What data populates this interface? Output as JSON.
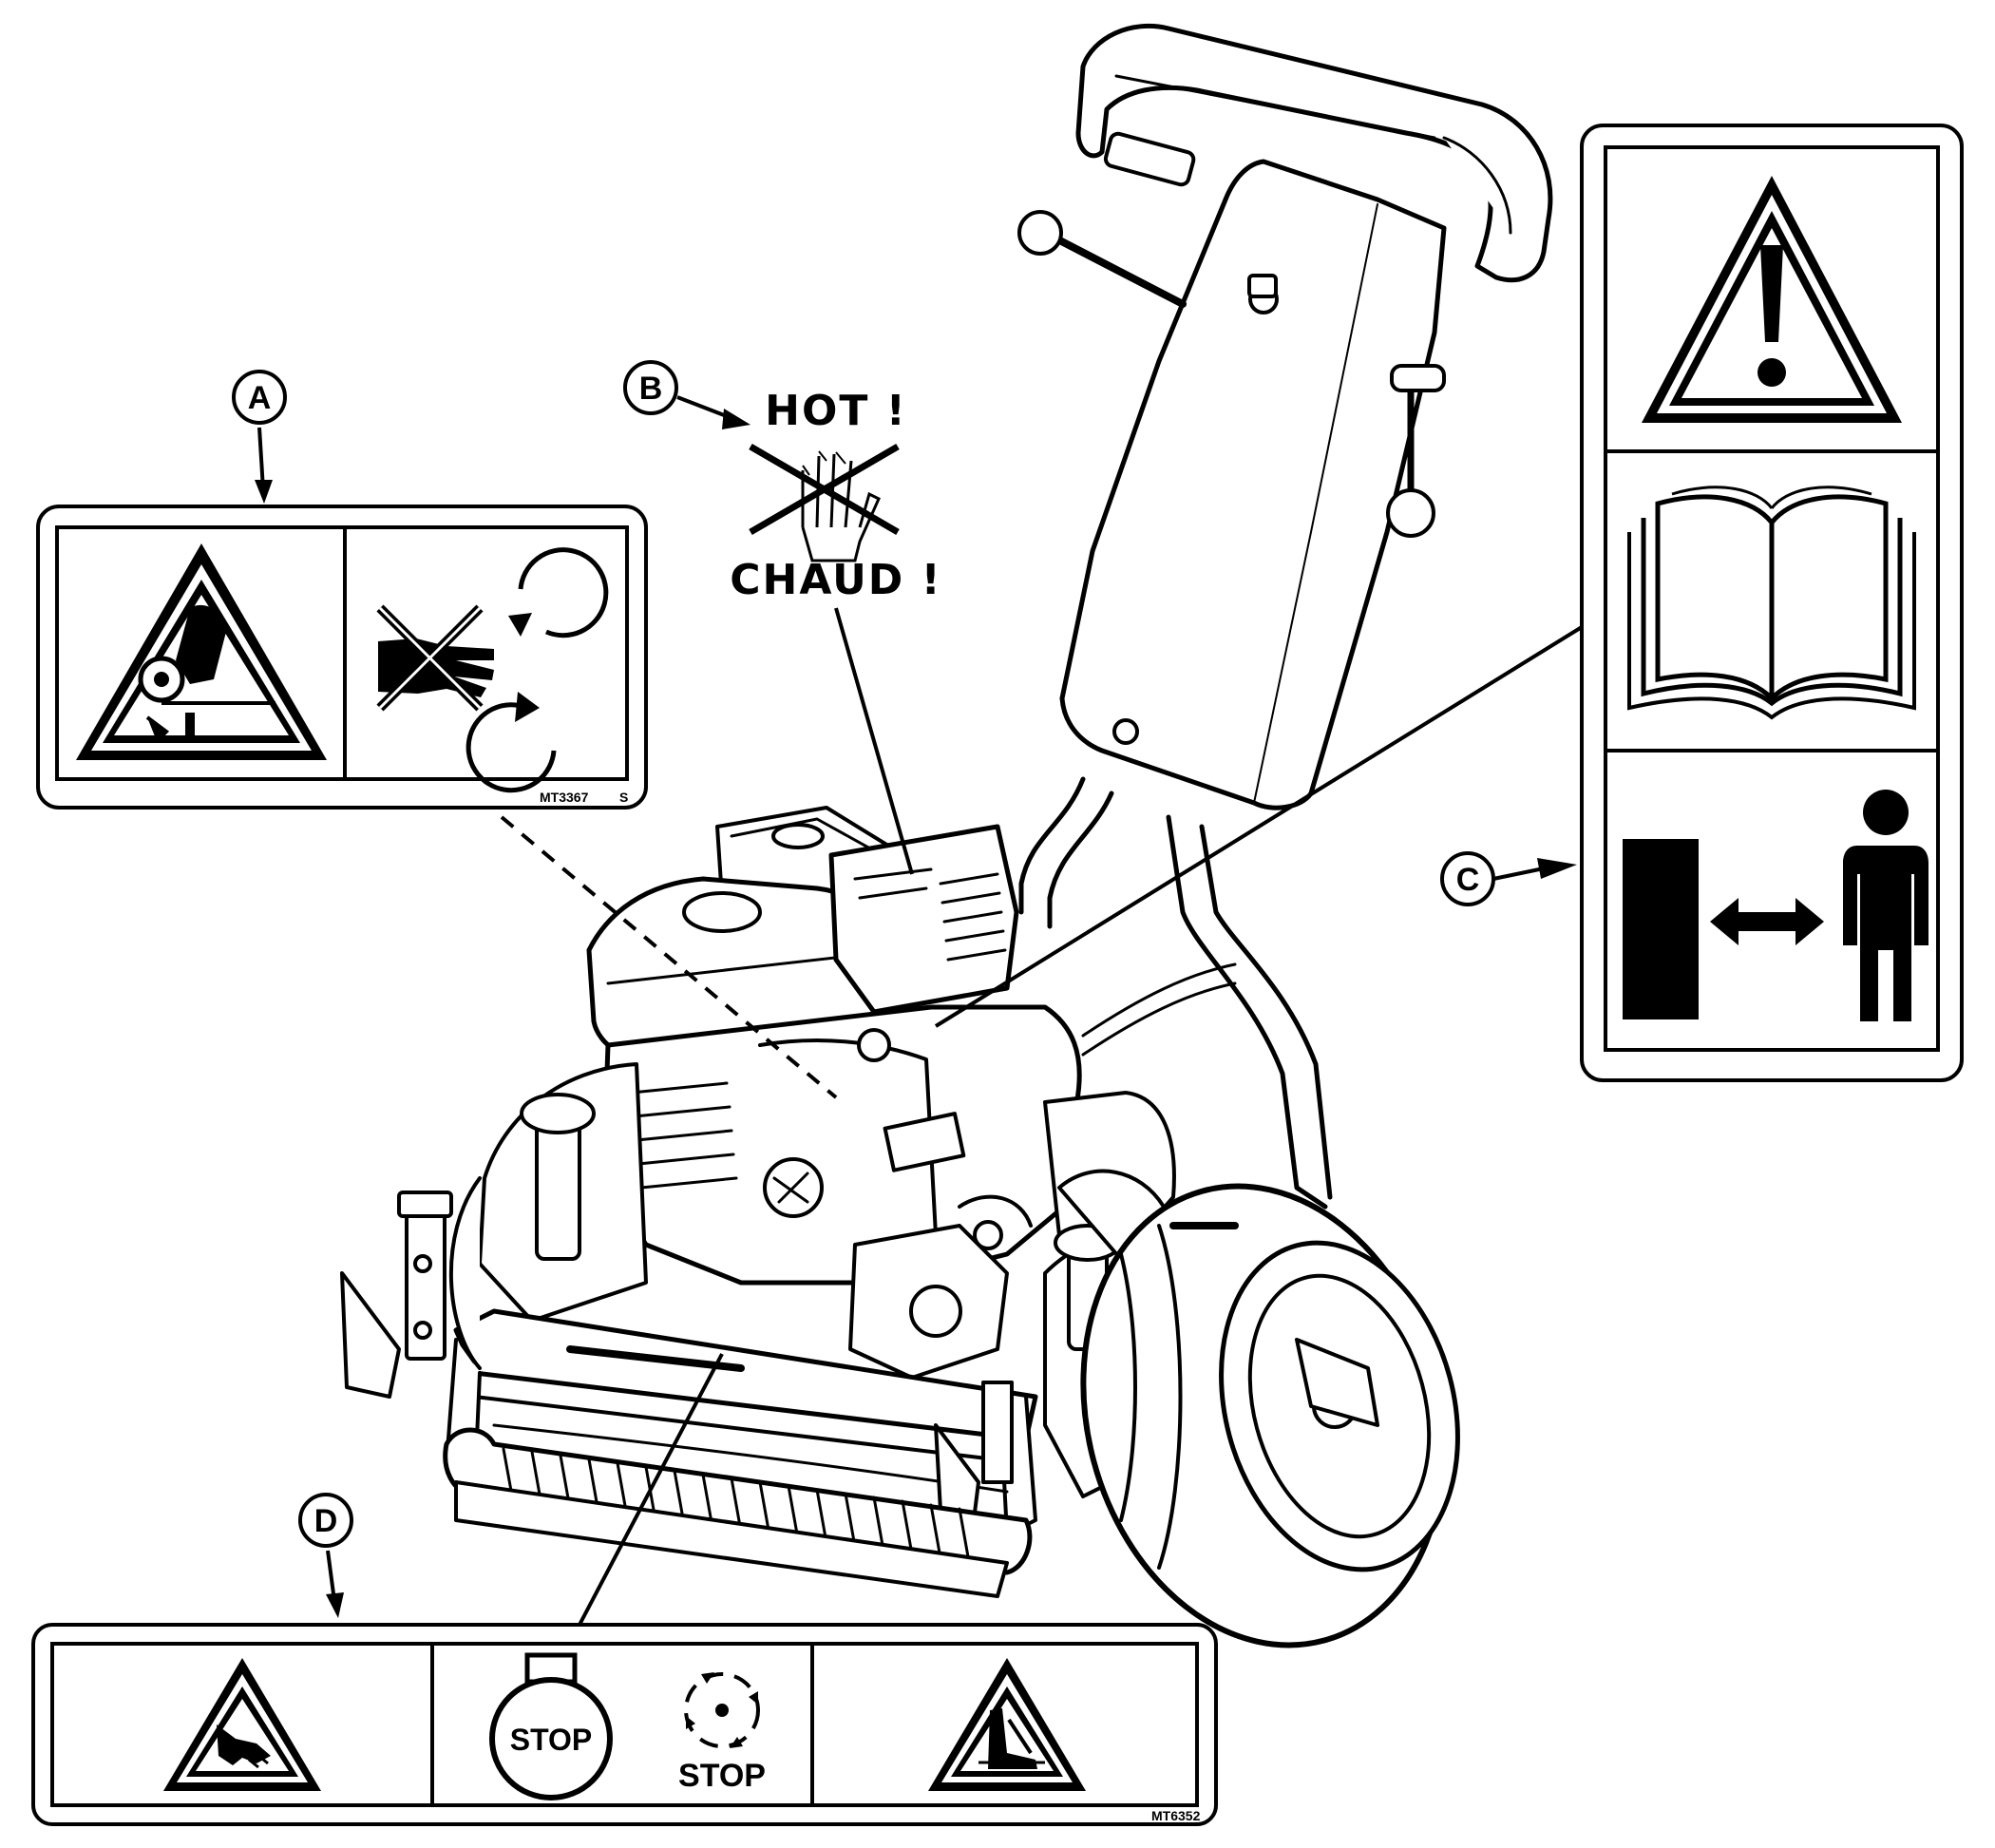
{
  "callouts": {
    "a": "A",
    "b": "B",
    "c": "C",
    "d": "D"
  },
  "decal_b": {
    "top_text": "HOT !",
    "bottom_text": "CHAUD !"
  },
  "decal_a": {
    "part_number": "MT3367",
    "suffix": "S",
    "icons": [
      "warning-entanglement-icon",
      "no-hands-rotating-rollers-icon"
    ]
  },
  "decal_c": {
    "icons": [
      "warning-exclamation-icon",
      "read-manual-book-icon",
      "keep-distance-person-icon"
    ]
  },
  "decal_d": {
    "part_number": "MT6352",
    "stop_engine_label": "STOP",
    "stop_reel_label": "STOP",
    "icons": [
      "hand-cut-warning-icon",
      "stop-engine-icon",
      "stop-reel-icon",
      "foot-cut-warning-icon"
    ]
  },
  "illustration": {
    "subject": "walk-behind-reel-mower-icon"
  },
  "colors": {
    "ink": "#000000",
    "paper": "#ffffff"
  }
}
